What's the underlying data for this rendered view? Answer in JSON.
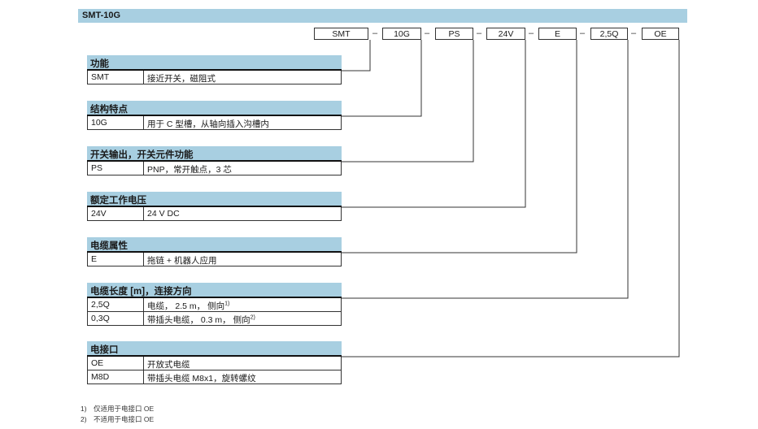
{
  "title": "SMT-10G",
  "order_code": [
    {
      "code": "SMT"
    },
    {
      "code": "10G"
    },
    {
      "code": "PS"
    },
    {
      "code": "24V"
    },
    {
      "code": "E"
    },
    {
      "code": "2,5Q"
    },
    {
      "code": "OE"
    }
  ],
  "separator": "–",
  "sections": [
    {
      "heading": "功能",
      "rows": [
        {
          "code": "SMT",
          "desc": "接近开关，磁阻式",
          "sup": ""
        }
      ]
    },
    {
      "heading": "结构特点",
      "rows": [
        {
          "code": "10G",
          "desc": "用于 C 型槽，从轴向插入沟槽内",
          "sup": ""
        }
      ]
    },
    {
      "heading": "开关输出，开关元件功能",
      "rows": [
        {
          "code": "PS",
          "desc": "PNP，常开触点，3 芯",
          "sup": ""
        }
      ]
    },
    {
      "heading": "额定工作电压",
      "rows": [
        {
          "code": "24V",
          "desc": "24 V DC",
          "sup": ""
        }
      ]
    },
    {
      "heading": "电缆属性",
      "rows": [
        {
          "code": "E",
          "desc": "拖链 + 机器人应用",
          "sup": ""
        }
      ]
    },
    {
      "heading": "电缆长度 [m]，连接方向",
      "rows": [
        {
          "code": "2,5Q",
          "desc": "电缆，  2.5 m，  侧向",
          "sup": "1)"
        },
        {
          "code": "0,3Q",
          "desc": "带插头电缆，  0.3 m，  侧向",
          "sup": "2)"
        }
      ]
    },
    {
      "heading": "电接口",
      "rows": [
        {
          "code": "OE",
          "desc": "开放式电缆",
          "sup": ""
        },
        {
          "code": "M8D",
          "desc": "带插头电缆 M8x1，旋转螺纹",
          "sup": ""
        }
      ]
    }
  ],
  "footnotes": [
    {
      "num": "1)",
      "text": "仅适用于电接口 OE"
    },
    {
      "num": "2)",
      "text": "不适用于电接口 OE"
    }
  ],
  "colors": {
    "header_fill": "#a8cfe1",
    "line": "#333333"
  }
}
